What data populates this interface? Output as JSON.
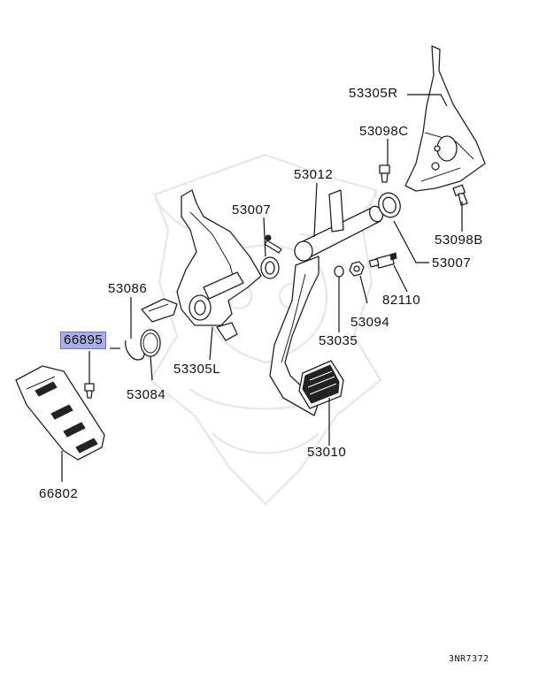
{
  "labels": {
    "p53305R": "53305R",
    "p53098C": "53098C",
    "p53012": "53012",
    "p53007_left": "53007",
    "p53098B": "53098B",
    "p53007_right": "53007",
    "p53086": "53086",
    "p82110": "82110",
    "p66895": "66895",
    "p53094": "53094",
    "p53035": "53035",
    "p53305L": "53305L",
    "p53084": "53084",
    "p53010": "53010",
    "p66802": "66802"
  },
  "highlight_color": "#a8aee6",
  "diagram_code": "3NR7372"
}
